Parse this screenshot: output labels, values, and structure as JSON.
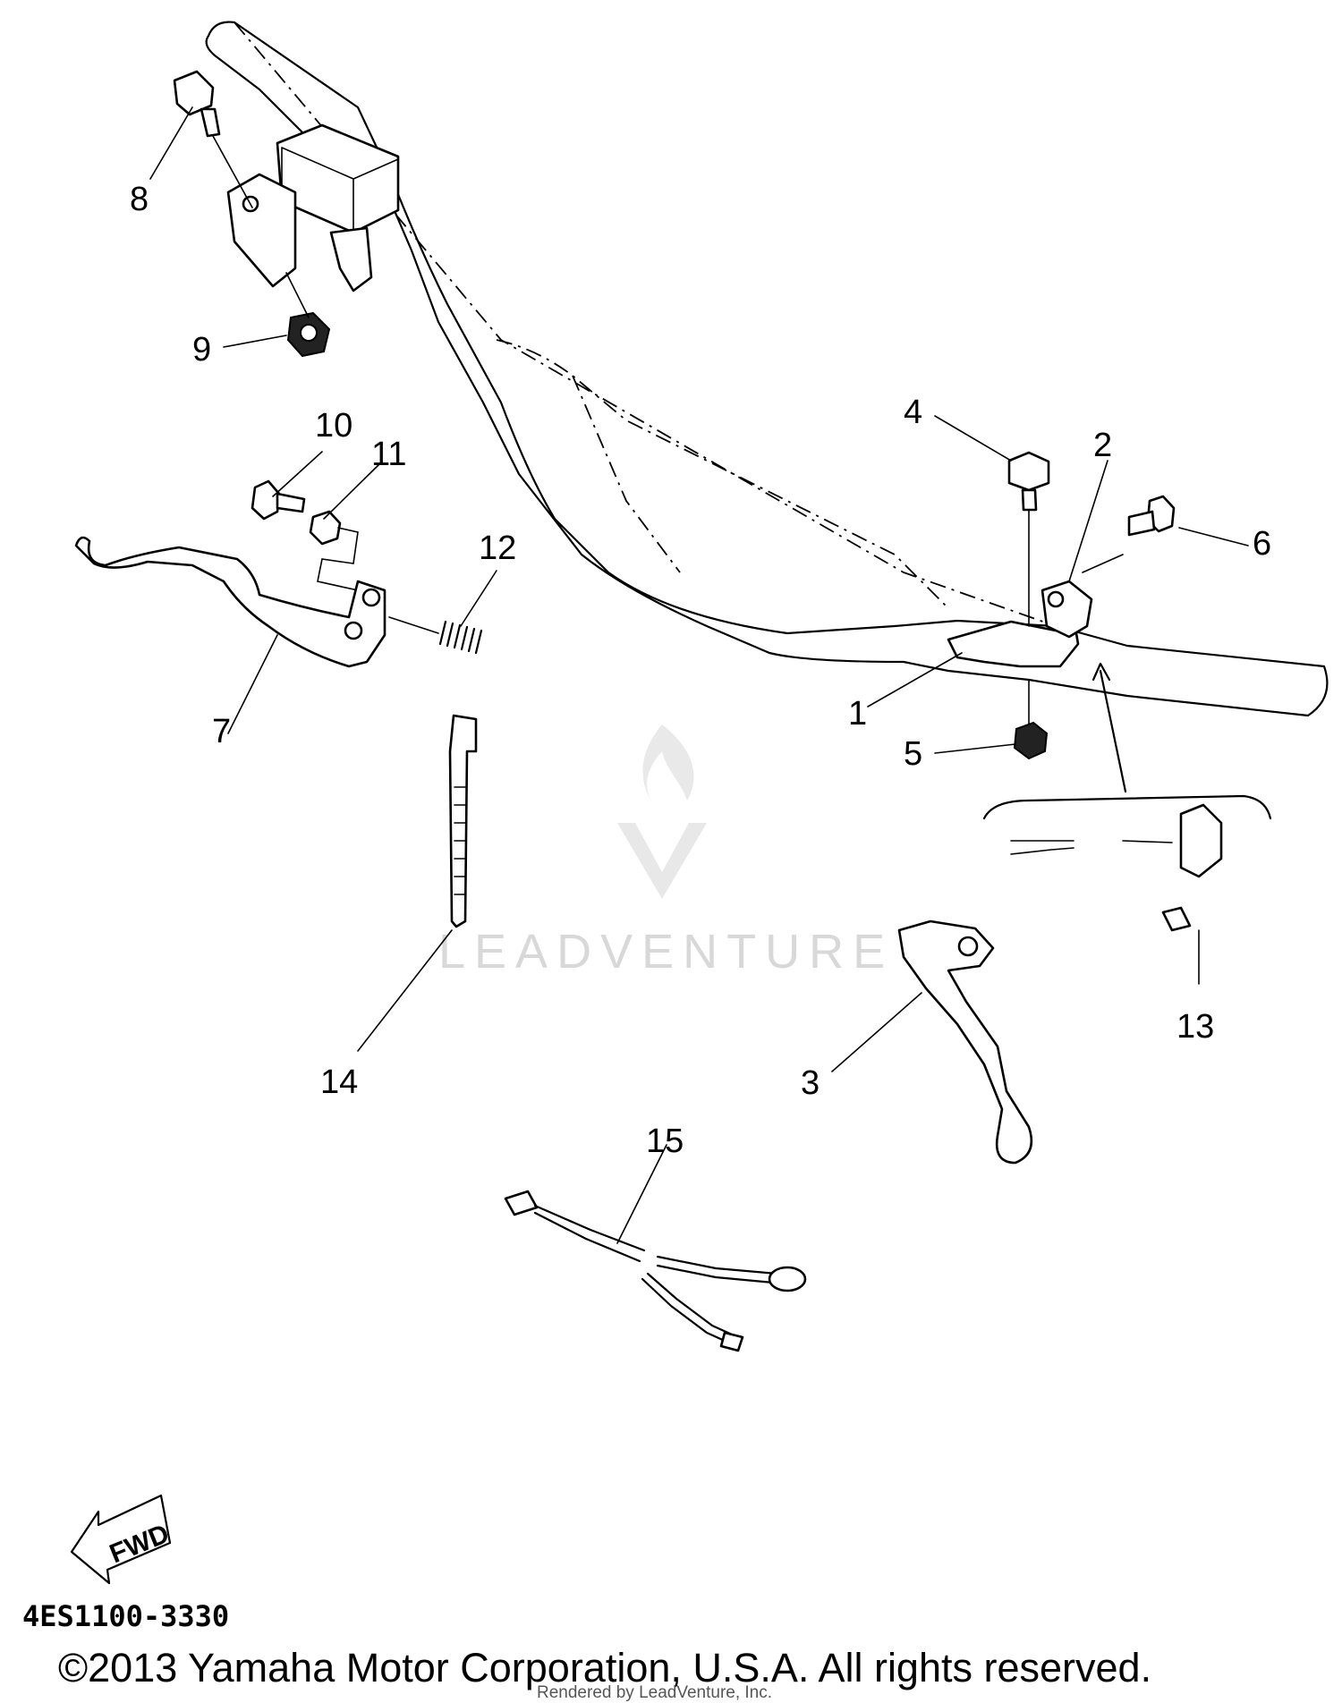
{
  "diagram": {
    "callouts": [
      {
        "id": "1",
        "label": "1"
      },
      {
        "id": "2",
        "label": "2"
      },
      {
        "id": "3",
        "label": "3"
      },
      {
        "id": "4",
        "label": "4"
      },
      {
        "id": "5",
        "label": "5"
      },
      {
        "id": "6",
        "label": "6"
      },
      {
        "id": "7",
        "label": "7"
      },
      {
        "id": "8",
        "label": "8"
      },
      {
        "id": "9",
        "label": "9"
      },
      {
        "id": "10",
        "label": "10"
      },
      {
        "id": "11",
        "label": "11"
      },
      {
        "id": "12",
        "label": "12"
      },
      {
        "id": "13",
        "label": "13"
      },
      {
        "id": "14",
        "label": "14"
      },
      {
        "id": "15",
        "label": "15"
      }
    ],
    "fwd_label": "FWD",
    "part_code": "4ES1100-3330",
    "copyright": "©2013 Yamaha Motor Corporation, U.S.A. All rights reserved.",
    "rendered_by": "Rendered by LeadVenture, Inc.",
    "watermark": "LEADVENTURE"
  }
}
